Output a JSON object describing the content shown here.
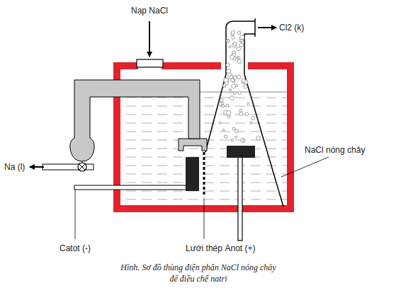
{
  "diagram": {
    "caption": "Hình. Sơ đồ thùng điện phân NaCl nóng chảy để điều chế natri",
    "labels": [
      "Nạp NaCl",
      "Cl2 (k)",
      "Na (l)",
      "NaCl nóng chảy",
      "Catot (-)",
      "Lưới thép",
      "Anot (+)"
    ]
  }
}
